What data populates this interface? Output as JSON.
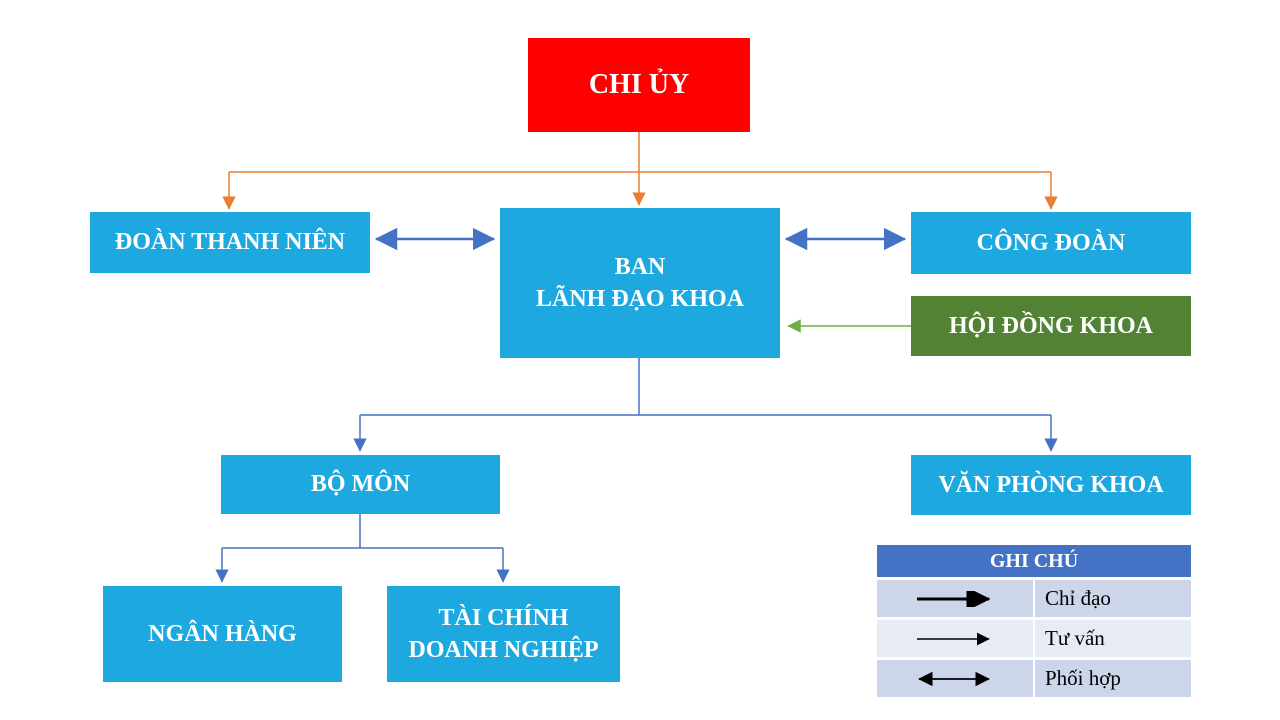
{
  "diagram": {
    "nodes": {
      "chi_uy": {
        "label": "CHI ỦY"
      },
      "doan_thanh_nien": {
        "label": "ĐOÀN THANH NIÊN"
      },
      "ban_lanh_dao_khoa": {
        "line1": "BAN",
        "line2": "LÃNH ĐẠO KHOA"
      },
      "cong_doan": {
        "label": "CÔNG ĐOÀN"
      },
      "hoi_dong_khoa": {
        "label": "HỘI ĐỒNG KHOA"
      },
      "bo_mon": {
        "label": "BỘ MÔN"
      },
      "van_phong_khoa": {
        "label": "VĂN PHÒNG KHOA"
      },
      "ngan_hang": {
        "label": "NGÂN HÀNG"
      },
      "tai_chinh_doanh_nghiep": {
        "line1": "TÀI CHÍNH",
        "line2": "DOANH NGHIỆP"
      }
    },
    "colors": {
      "node_blue": "#1ea8e0",
      "node_red": "#fe0000",
      "node_green": "#548235",
      "connector_orange": "#ed7d31",
      "connector_blue": "#4472c4",
      "connector_green": "#70ad47",
      "legend_header_blue": "#4472c4",
      "legend_row_dark": "#ccd5e9",
      "legend_row_light": "#e7ebf4"
    }
  },
  "legend": {
    "title": "GHI CHÚ",
    "rows": [
      {
        "arrow_icon": "thick-right-arrow",
        "label": "Chỉ đạo"
      },
      {
        "arrow_icon": "thin-right-arrow",
        "label": "Tư vấn"
      },
      {
        "arrow_icon": "double-headed-arrow",
        "label": "Phối hợp"
      }
    ]
  }
}
